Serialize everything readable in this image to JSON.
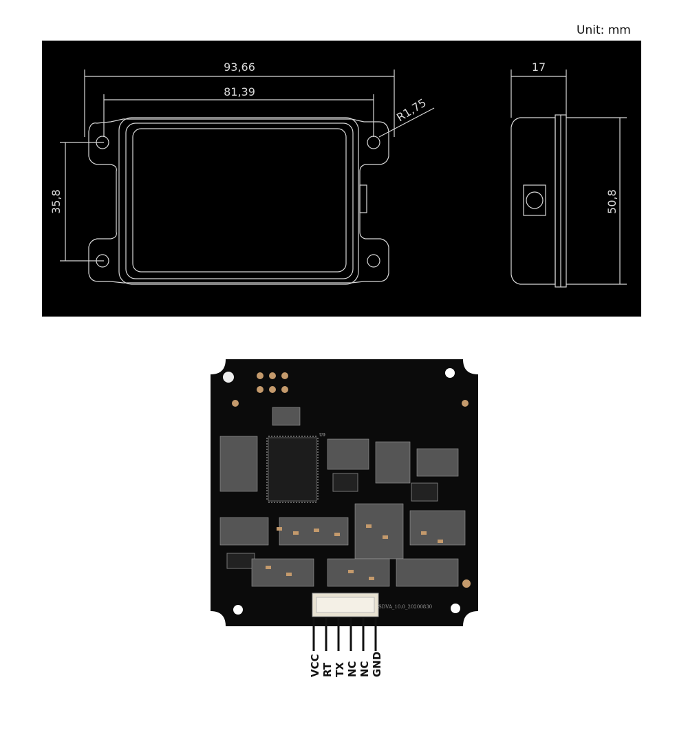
{
  "unit_label": "Unit: mm",
  "front_view": {
    "dim_overall_width": "93,66",
    "dim_inner_width": "81,39",
    "dim_hole_spacing": "35,8",
    "dim_radius": "R1,75"
  },
  "side_view": {
    "dim_depth": "17",
    "dim_height": "50,8"
  },
  "board": {
    "silk_text": "SDVA_10.0_20200830",
    "chip_label": "U9"
  },
  "pins": [
    "VCC",
    "RT",
    "TX",
    "NC",
    "NC",
    "GND"
  ],
  "colors": {
    "panel_bg": "#000000",
    "line": "#d8d8d8",
    "pcb": "#0b0b0b",
    "connector": "#e8e2d2"
  }
}
